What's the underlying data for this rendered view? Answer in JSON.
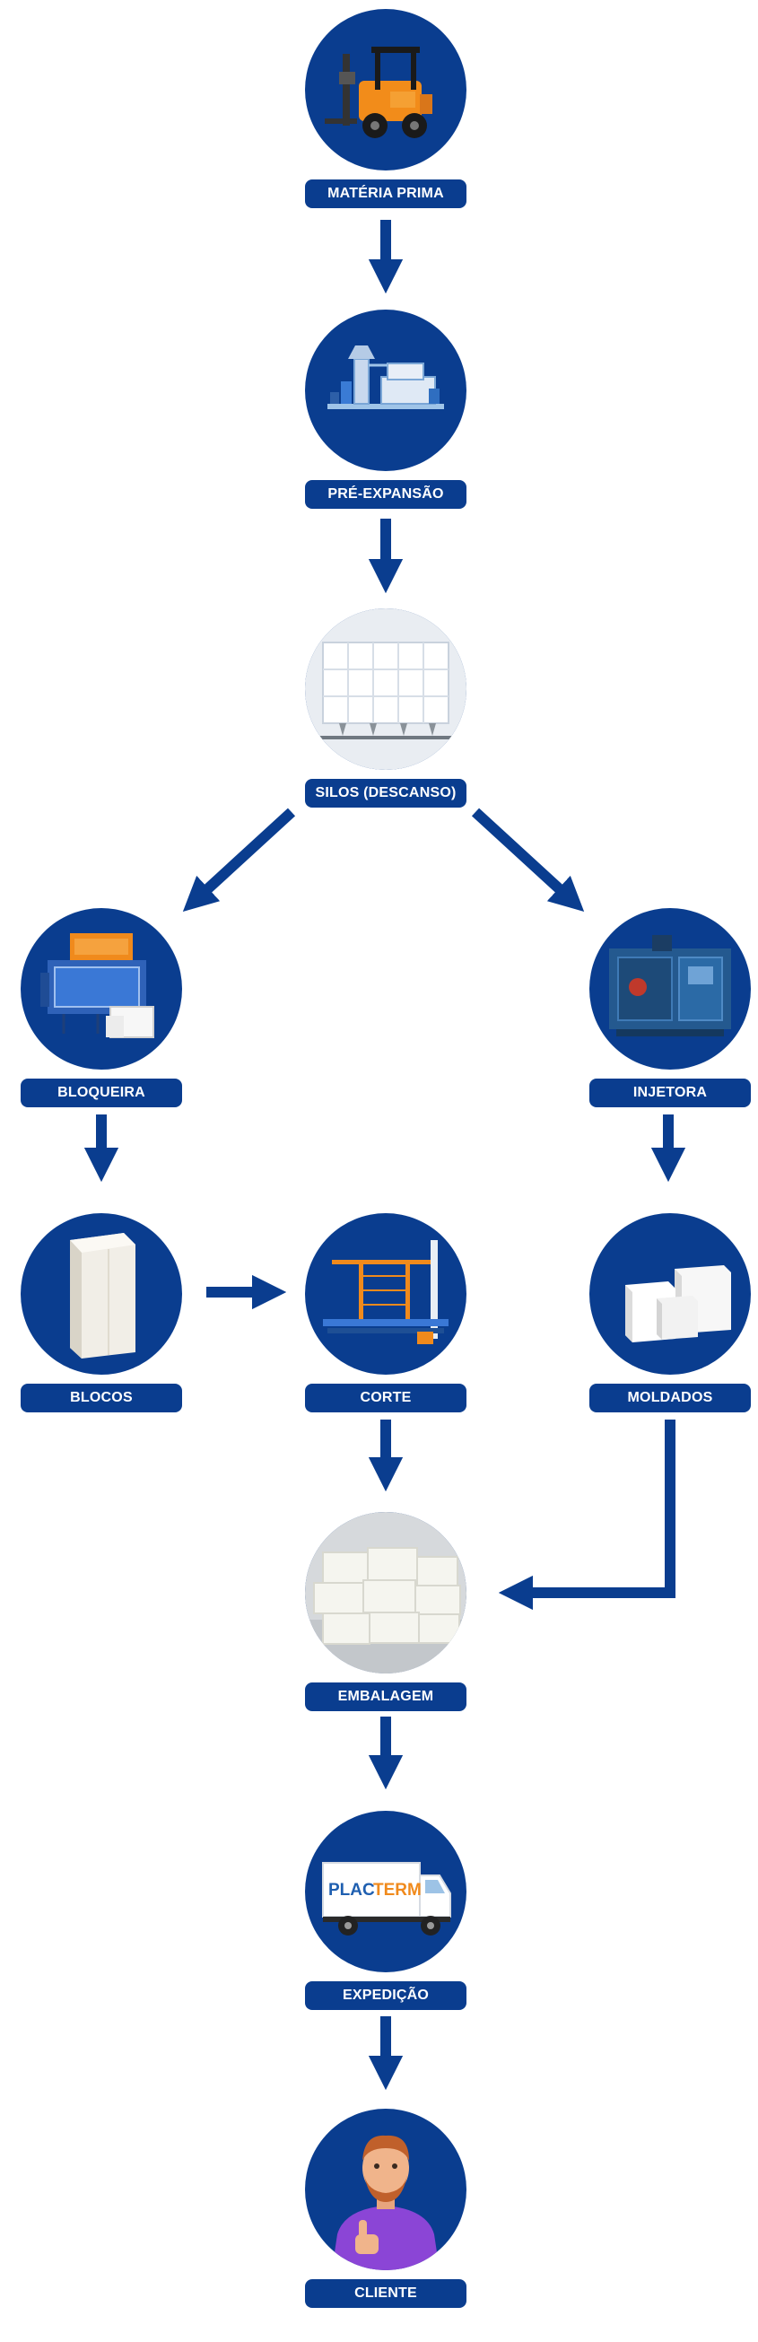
{
  "colors": {
    "primary": "#0a3d8f",
    "label_text": "#ffffff",
    "background": "#ffffff"
  },
  "steps": {
    "materia_prima": {
      "label": "MATÉRIA PRIMA",
      "icon": "forklift-icon"
    },
    "pre_expansao": {
      "label": "PRÉ-EXPANSÃO",
      "icon": "pre-expander-machine-icon"
    },
    "silos": {
      "label": "SILOS (DESCANSO)",
      "icon": "silo-icon"
    },
    "bloqueira": {
      "label": "BLOQUEIRA",
      "icon": "block-molding-machine-icon"
    },
    "injetora": {
      "label": "INJETORA",
      "icon": "injection-machine-icon"
    },
    "blocos": {
      "label": "BLOCOS",
      "icon": "foam-block-icon"
    },
    "corte": {
      "label": "CORTE",
      "icon": "cutting-machine-icon"
    },
    "moldados": {
      "label": "MOLDADOS",
      "icon": "molded-parts-icon"
    },
    "embalagem": {
      "label": "EMBALAGEM",
      "icon": "packaging-stack-icon"
    },
    "expedicao": {
      "label": "EXPEDIÇÃO",
      "icon": "delivery-truck-icon",
      "truck_brand_a": "PLAC",
      "truck_brand_b": "TERM"
    },
    "cliente": {
      "label": "CLIENTE",
      "icon": "customer-thumbs-up-icon"
    }
  },
  "flow": [
    [
      "materia_prima",
      "pre_expansao"
    ],
    [
      "pre_expansao",
      "silos"
    ],
    [
      "silos",
      "bloqueira"
    ],
    [
      "silos",
      "injetora"
    ],
    [
      "bloqueira",
      "blocos"
    ],
    [
      "injetora",
      "moldados"
    ],
    [
      "blocos",
      "corte"
    ],
    [
      "corte",
      "embalagem"
    ],
    [
      "moldados",
      "embalagem"
    ],
    [
      "embalagem",
      "expedicao"
    ],
    [
      "expedicao",
      "cliente"
    ]
  ]
}
